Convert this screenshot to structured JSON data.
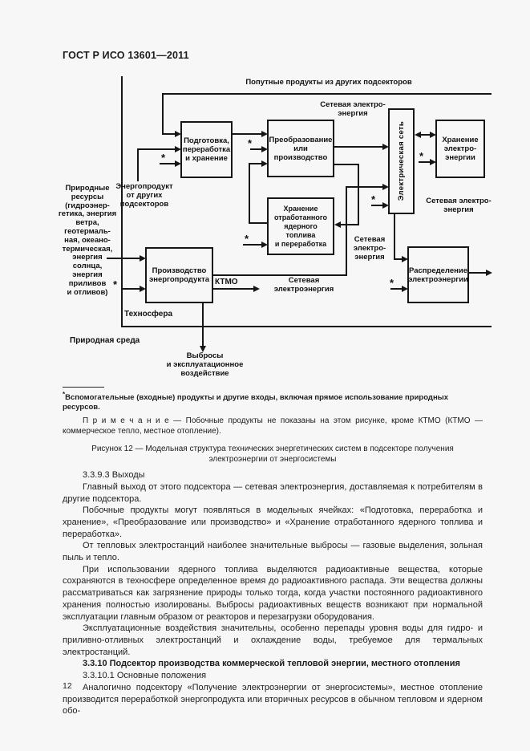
{
  "page": {
    "header": "ГОСТ Р ИСО 13601—2011",
    "page_number": "12"
  },
  "diagram": {
    "top_label": "Попутные продукты из других подсекторов",
    "boxes": {
      "prep": "Подготовка,\nпереработка\nи хранение",
      "convert": "Преобразование\nили\nпроизводство",
      "spent_fuel": "Хранение\nотработанного\nядерного топлива\nи переработка",
      "production": "Производство\nэнергопродукта",
      "grid": "Электрическая сеть",
      "storage": "Хранение\nэлектро-\nэнергии",
      "distribution": "Распределение\nэлектроэнергии"
    },
    "labels": {
      "grid_power_top": "Сетевая электро-\nэнергия",
      "energy_product": "Энергопродукт\nот других\nподсекторов",
      "natural_resources": "Природные\nресурсы\n(гидроэнер-\nгетика, энергия\nветра,\nгеотермаль-\nная, океано-\nтермическая,\nэнергия\nсолнца,\nэнергия\nприливов\nи отливов)",
      "ktmo": "КТМО",
      "grid_power_mid": "Сетевая\nэлектроэнергия",
      "grid_power_right": "Сетевая\nэлектро-\nэнергия",
      "grid_power_far_right": "Сетевая электро-\nэнергия",
      "technosphere": "Техносфера",
      "environment": "Природная среда",
      "emissions": "Выбросы\nи эксплуатационное\nвоздействие",
      "asterisk": "*"
    }
  },
  "footnote": {
    "marker": "*",
    "text": "Вспомогательные (входные) продукты и другие входы, включая прямое использование природных ресурсов."
  },
  "note": {
    "text": "П р и м е ч а н и е — Побочные продукты не показаны на этом рисунке, кроме КТМО (КТМО — коммерческое тепло, местное отопление)."
  },
  "caption": {
    "text": "Рисунок 12 — Модельная структура технических энергетических систем в подсекторе получения электроэнергии от энергосистемы"
  },
  "body": {
    "paragraphs": [
      {
        "text": "3.3.9.3 Выходы"
      },
      {
        "text": "Главный выход от этого подсектора — сетевая электроэнергия, доставляемая к потребителям в другие подсектора."
      },
      {
        "text": "Побочные продукты могут появляться в модельных ячейках: «Подготовка, переработка и хранение», «Преобразование или производство» и «Хранение отработанного ядерного топлива и переработка»."
      },
      {
        "text": "От тепловых электростанций наиболее значительные выбросы — газовые выделения, зольная пыль и тепло."
      },
      {
        "text": "При использовании ядерного топлива выделяются радиоактивные вещества, которые сохраняются в техносфере определенное время до радиоактивного распада. Эти вещества должны рассматриваться как загрязнение природы только тогда, когда участки постоянного радиоактивного хранения полностью изолированы. Выбросы радиоактивных веществ возникают при нормальной эксплуатации главным образом от реакторов и перезагрузки оборудования."
      },
      {
        "text": "Эксплуатационные воздействия значительны, особенно перепады уровня воды для гидро- и приливно-отливных электростанций и охлаждение воды, требуемое для термальных электростанций."
      },
      {
        "text": "3.3.10 Подсектор производства коммерческой тепловой энергии, местного отопления"
      },
      {
        "text": "3.3.10.1 Основные положения"
      },
      {
        "text": "Аналогично подсектору «Получение электроэнергии от энергосистемы», местное отопление производится переработкой энергопродукта или вторичных ресурсов в обычном тепловом и ядерном обо-"
      }
    ]
  }
}
